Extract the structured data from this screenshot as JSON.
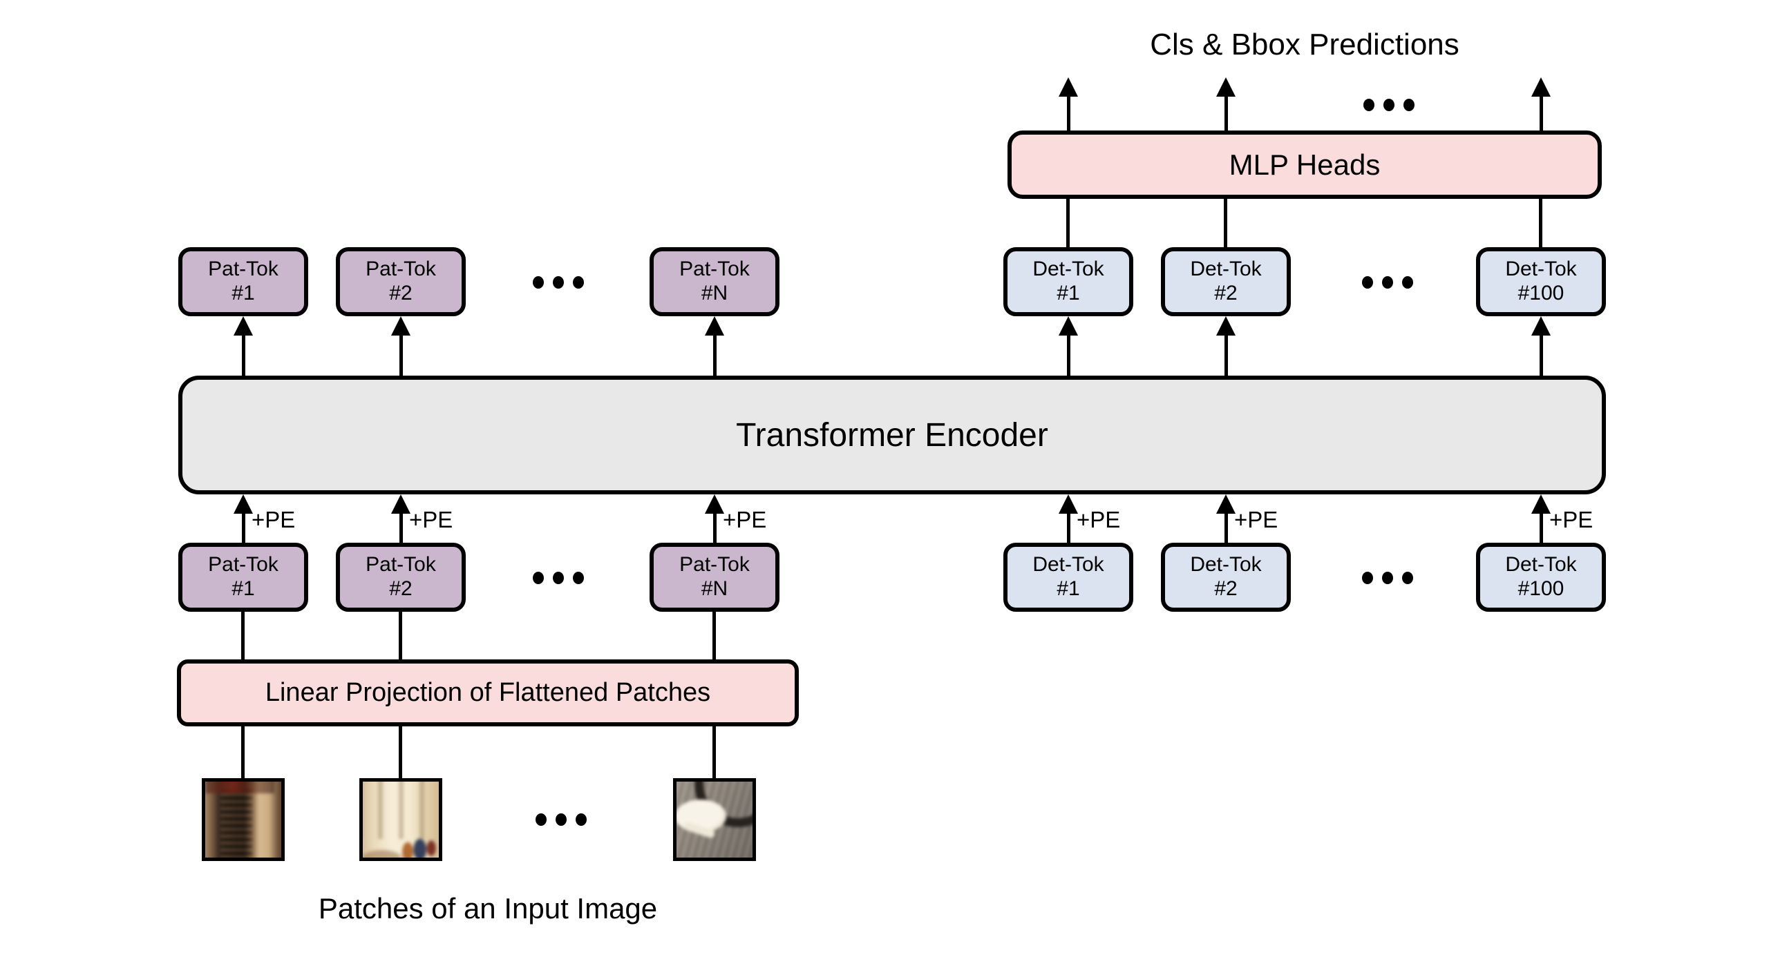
{
  "title": "Cls & Bbox Predictions",
  "mlp_label": "MLP Heads",
  "encoder_label": "Transformer Encoder",
  "linear_label": "Linear Projection of Flattened Patches",
  "caption": "Patches of an Input Image",
  "pe_label": "+PE",
  "pat_tokens": [
    {
      "name": "Pat-Tok",
      "index": "#1"
    },
    {
      "name": "Pat-Tok",
      "index": "#2"
    },
    {
      "name": "Pat-Tok",
      "index": "#N"
    }
  ],
  "det_tokens": [
    {
      "name": "Det-Tok",
      "index": "#1"
    },
    {
      "name": "Det-Tok",
      "index": "#2"
    },
    {
      "name": "Det-Tok",
      "index": "#100"
    }
  ],
  "patches": [
    {
      "name": "doorway-photo-patch"
    },
    {
      "name": "street-facade-photo-patch"
    },
    {
      "name": "dog-on-pavement-photo-patch"
    }
  ],
  "colors": {
    "pat_token_fill": "#CAB7CE",
    "det_token_fill": "#DBE3F1",
    "head_fill": "#FADCDC",
    "encoder_fill": "#E8E8E8",
    "line": "#000000",
    "background": "#FFFFFF"
  }
}
